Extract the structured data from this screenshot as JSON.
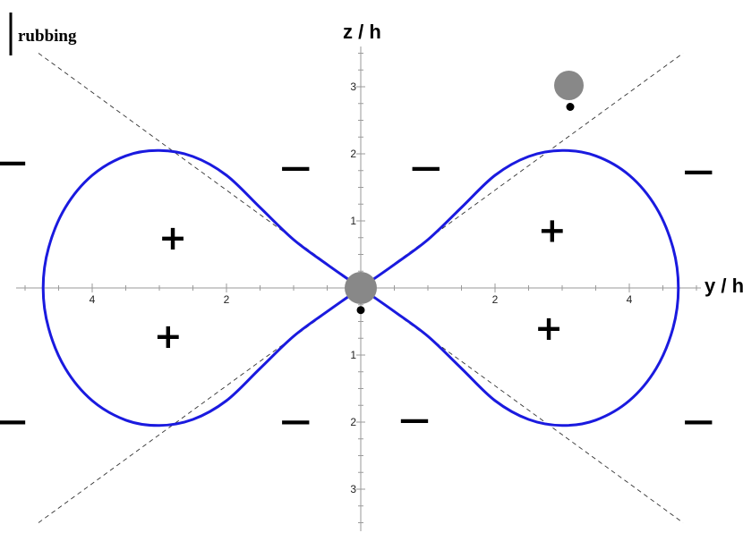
{
  "chart_data": {
    "type": "line",
    "title": "",
    "corner_label": "rubbing",
    "xlabel": "y / h",
    "ylabel": "z / h",
    "xlim": [
      -5.3,
      5.1
    ],
    "ylim": [
      -3.6,
      3.6
    ],
    "x_ticks": [
      {
        "value": -4,
        "label": "4"
      },
      {
        "value": -2,
        "label": "2"
      },
      {
        "value": 2,
        "label": "2"
      },
      {
        "value": 4,
        "label": "4"
      }
    ],
    "y_ticks": [
      {
        "value": 3,
        "label": "3"
      },
      {
        "value": 2,
        "label": "2"
      },
      {
        "value": 1,
        "label": "1"
      },
      {
        "value": -1,
        "label": "1"
      },
      {
        "value": -2,
        "label": "2"
      },
      {
        "value": -3,
        "label": "3"
      }
    ],
    "curve": {
      "color": "#1a1adf",
      "points": [
        [
          0,
          0
        ],
        [
          0.5,
          0.35
        ],
        [
          1,
          0.72
        ],
        [
          1.5,
          1.2
        ],
        [
          2,
          1.68
        ],
        [
          2.5,
          1.96
        ],
        [
          3,
          2.05
        ],
        [
          3.5,
          1.97
        ],
        [
          4,
          1.68
        ],
        [
          4.4,
          1.2
        ],
        [
          4.65,
          0.6
        ],
        [
          4.73,
          0
        ],
        [
          4.65,
          -0.6
        ],
        [
          4.4,
          -1.2
        ],
        [
          4,
          -1.68
        ],
        [
          3.5,
          -1.97
        ],
        [
          3,
          -2.05
        ],
        [
          2.5,
          -1.96
        ],
        [
          2,
          -1.68
        ],
        [
          1.5,
          -1.2
        ],
        [
          1,
          -0.72
        ],
        [
          0.5,
          -0.35
        ],
        [
          0,
          0
        ],
        [
          -0.5,
          0.35
        ],
        [
          -1,
          0.72
        ],
        [
          -1.5,
          1.2
        ],
        [
          -2,
          1.68
        ],
        [
          -2.5,
          1.96
        ],
        [
          -3,
          2.05
        ],
        [
          -3.5,
          1.97
        ],
        [
          -4,
          1.68
        ],
        [
          -4.4,
          1.2
        ],
        [
          -4.65,
          0.6
        ],
        [
          -4.73,
          0
        ],
        [
          -4.65,
          -0.6
        ],
        [
          -4.4,
          -1.2
        ],
        [
          -4,
          -1.68
        ],
        [
          -3.5,
          -1.97
        ],
        [
          -3,
          -2.05
        ],
        [
          -2.5,
          -1.96
        ],
        [
          -2,
          -1.68
        ],
        [
          -1.5,
          -1.2
        ],
        [
          -1,
          -0.72
        ],
        [
          -0.5,
          -0.35
        ],
        [
          0,
          0
        ]
      ]
    },
    "dashed_lines": [
      {
        "from": [
          -4.8,
          3.5
        ],
        "to": [
          4.8,
          -3.5
        ]
      },
      {
        "from": [
          -4.8,
          -3.5
        ],
        "to": [
          4.8,
          3.5
        ]
      }
    ],
    "circles": [
      {
        "x": 0,
        "y": 0,
        "r": 0.24,
        "color": "#888888"
      },
      {
        "x": 3.1,
        "y": 3.02,
        "r": 0.22,
        "color": "#888888"
      }
    ],
    "dots": [
      {
        "x": 0,
        "y": -0.33,
        "r": 0.06,
        "color": "#000000"
      },
      {
        "x": 3.12,
        "y": 2.7,
        "r": 0.06,
        "color": "#000000"
      }
    ],
    "signs": [
      {
        "symbol": "+",
        "x": -2.8,
        "y": 0.75
      },
      {
        "symbol": "+",
        "x": -2.87,
        "y": -0.72
      },
      {
        "symbol": "+",
        "x": 2.85,
        "y": 0.86
      },
      {
        "symbol": "+",
        "x": 2.8,
        "y": -0.6
      },
      {
        "symbol": "—",
        "x": -5.2,
        "y": 1.88
      },
      {
        "symbol": "—",
        "x": -0.97,
        "y": 1.8
      },
      {
        "symbol": "—",
        "x": 0.97,
        "y": 1.8
      },
      {
        "symbol": "—",
        "x": 5.03,
        "y": 1.75
      },
      {
        "symbol": "—",
        "x": -5.2,
        "y": -1.98
      },
      {
        "symbol": "—",
        "x": -0.97,
        "y": -1.98
      },
      {
        "symbol": "—",
        "x": 0.8,
        "y": -1.96
      },
      {
        "symbol": "—",
        "x": 5.03,
        "y": -1.98
      }
    ]
  }
}
